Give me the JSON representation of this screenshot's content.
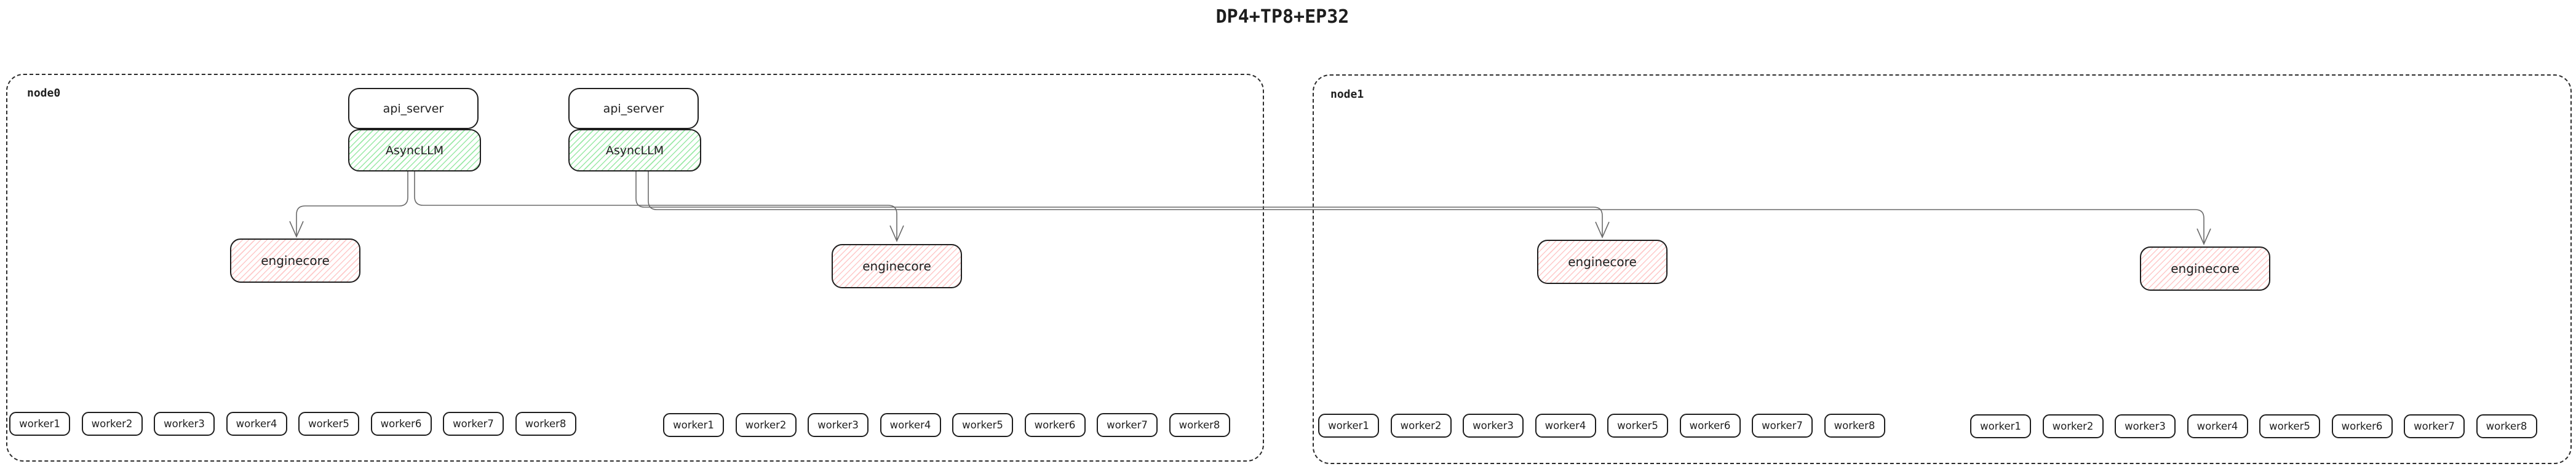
{
  "title": "DP4+TP8+EP32",
  "nodes": [
    {
      "id": "node0",
      "label": "node0"
    },
    {
      "id": "node1",
      "label": "node1"
    }
  ],
  "labels": {
    "api_server": "api_server",
    "asyncllm": "AsyncLLM",
    "enginecore": "enginecore"
  },
  "worker_labels": [
    "worker1",
    "worker2",
    "worker3",
    "worker4",
    "worker5",
    "worker6",
    "worker7",
    "worker8"
  ],
  "colors": {
    "box_border": "#1e1e1e",
    "green_hatch": "#9ae9a6",
    "red_hatch": "#ffc9c9",
    "connector": "#6a6a6a"
  }
}
